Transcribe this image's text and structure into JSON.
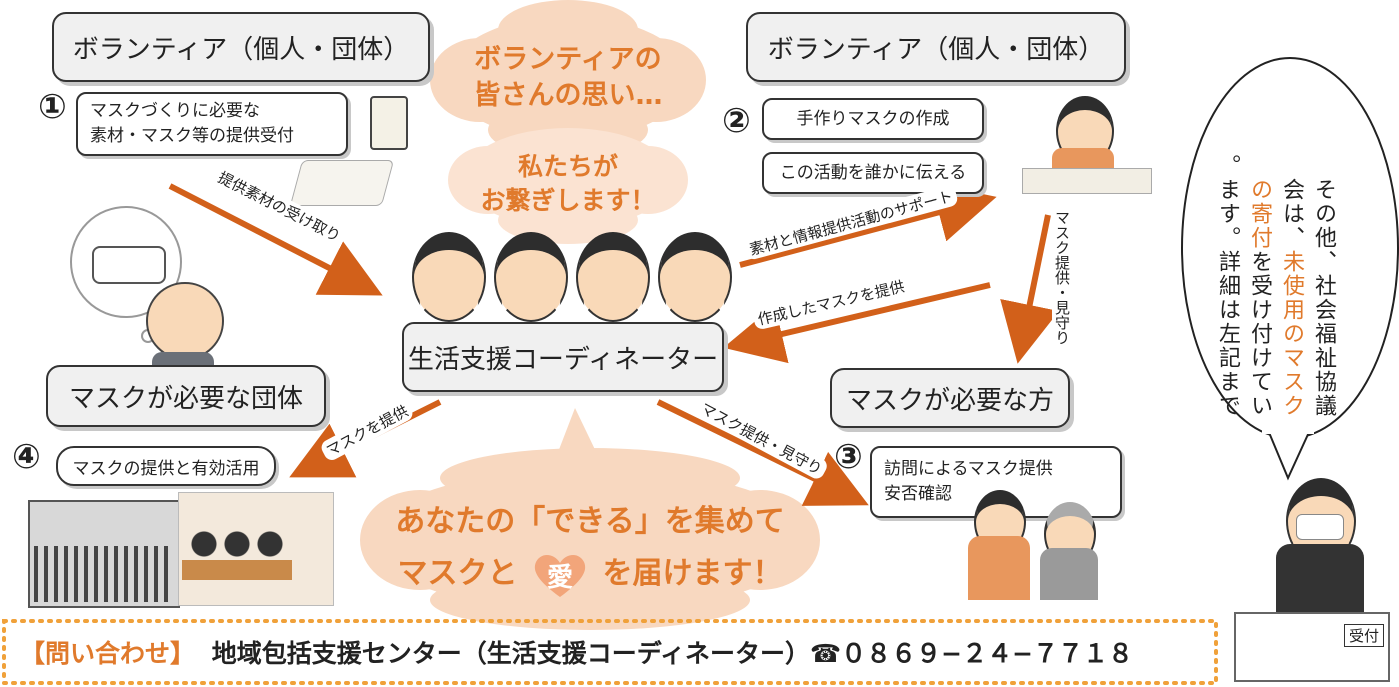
{
  "volunteer_left": {
    "title": "ボランティア（個人・団体）"
  },
  "volunteer_right": {
    "title": "ボランティア（個人・団体）"
  },
  "step1": {
    "num": "①",
    "line1": "マスクづくりに必要な",
    "line2": "素材・マスク等の提供受付"
  },
  "step2": {
    "num": "②",
    "items": [
      "手作りマスクの作成",
      "この活動を誰かに伝える"
    ]
  },
  "step3": {
    "num": "③",
    "line1": "訪問によるマスク提供",
    "line2": "安否確認",
    "group": "マスクが必要な方"
  },
  "step4": {
    "num": "④",
    "text": "マスクの提供と有効活用",
    "group": "マスクが必要な団体"
  },
  "center": {
    "coordinator": "生活支援コーディネーター"
  },
  "cloud_top": {
    "line1": "ボランティアの",
    "line2": "皆さんの思い…"
  },
  "cloud_mid": {
    "line1": "私たちが",
    "line2": "お繋ぎします！"
  },
  "cloud_bottom": {
    "line1": "あなたの「できる」を集めて",
    "line2a": "マスクと",
    "heart": "愛",
    "line2b": "を届けます！"
  },
  "arrows": {
    "receive": "提供素材の受け取り",
    "support": "素材と情報提供活動のサポート",
    "made_masks": "作成したマスクを提供",
    "provide_watch_v": "マスク提供・見守り",
    "provide_group": "マスクを提供",
    "provide_watch": "マスク提供・見守り"
  },
  "speech": {
    "col1": "その他、社会福祉協議",
    "col2a": "会は、",
    "col2b": "未使用のマスク",
    "col3a": "の寄付",
    "col3b": "を受け付けてい",
    "col4": "ます。詳細は左記まで。"
  },
  "reception_sign": "受付",
  "footer": {
    "label": "【問い合わせ】",
    "text": "地域包括支援センター（生活支援コーディネーター）☎０８６９−２４−７７１８"
  },
  "colors": {
    "accent": "#e07a2c",
    "arrow": "#d2601a",
    "cloud": "#f8d8c0",
    "heart": "#f2a57a"
  }
}
